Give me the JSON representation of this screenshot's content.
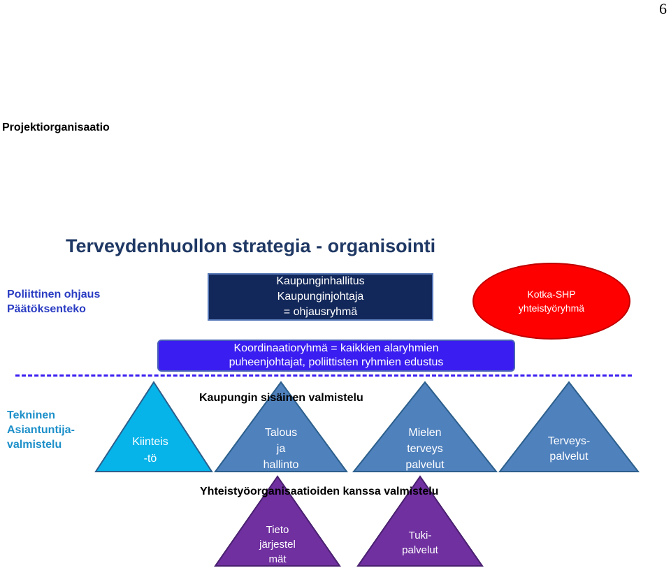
{
  "page_number": "6",
  "doc_heading": "Projektiorganisaatio",
  "diagram_title": "Terveydenhuollon strategia - organisointi",
  "political": {
    "line1": "Poliittinen ohjaus",
    "line2": "Päätöksenteko"
  },
  "technical": {
    "line1": "Tekninen",
    "line2": "Asiantuntija-",
    "line3": "valmistelu"
  },
  "board": {
    "line1": "Kaupunginhallitus",
    "line2": "Kaupunginjohtaja",
    "line3": "= ohjausryhmä"
  },
  "kotka": {
    "line1": "Kotka-SHP",
    "line2": "yhteistyöryhmä"
  },
  "coordination": {
    "line1": "Koordinaatioryhmä = kaikkien alaryhmien",
    "line2": "puheenjohtajat, poliittisten ryhmien edustus"
  },
  "internal_heading": "Kaupungin sisäinen valmistelu",
  "joint_heading": "Yhteistyöorganisaatioiden kanssa valmistelu",
  "colors": {
    "cyan_triangle": "#06b4ea",
    "blue_triangle": "#4f81bd",
    "purple_triangle": "#7030a0",
    "coordination": "#3a1df0",
    "board": "#13285a",
    "kotka": "#fe0000"
  },
  "triangles": [
    {
      "lines": [
        "Kiinteis",
        "-tö"
      ]
    },
    {
      "lines": [
        "Talous",
        "ja",
        "hallinto"
      ]
    },
    {
      "lines": [
        "Mielen",
        "terveys",
        "palvelut"
      ]
    },
    {
      "lines": [
        "Terveys-",
        "palvelut"
      ]
    },
    {
      "lines": [
        "Tieto",
        "järjestel",
        "mät"
      ]
    },
    {
      "lines": [
        "Tuki-",
        "palvelut"
      ]
    }
  ]
}
